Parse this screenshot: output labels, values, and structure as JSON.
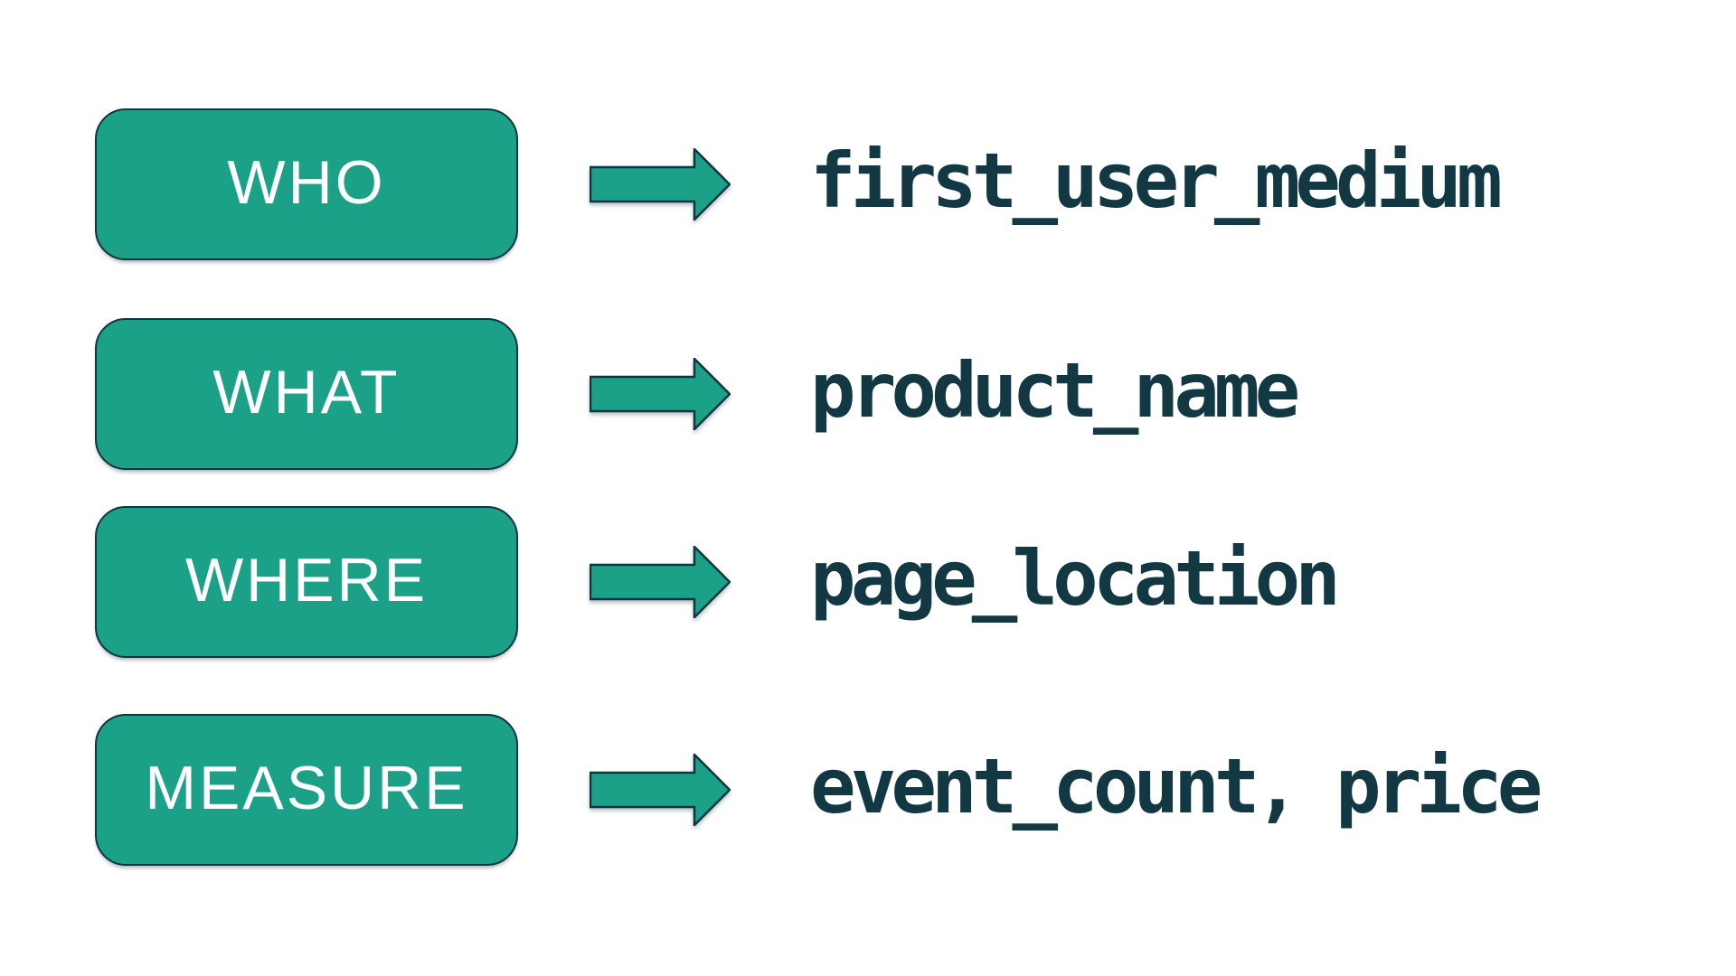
{
  "diagram": {
    "description_rows": 4,
    "colors": {
      "shape_fill": "#1CA189",
      "shape_outline": "#0E3540",
      "label_text": "#FFFFFF",
      "value_text": "#123843",
      "background": "#FFFFFF"
    },
    "icons": {
      "arrow": "right-arrow-icon"
    },
    "rows": [
      {
        "label": "WHO",
        "value": "first_user_medium"
      },
      {
        "label": "WHAT",
        "value": "product_name"
      },
      {
        "label": "WHERE",
        "value": "page_location"
      },
      {
        "label": "MEASURE",
        "value": "event_count, price"
      }
    ]
  }
}
